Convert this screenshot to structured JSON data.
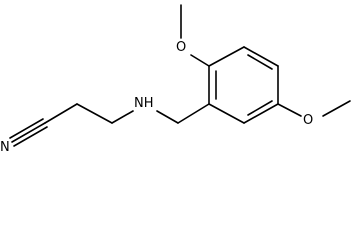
{
  "molecule": {
    "atoms": {
      "nitrile_n": "N",
      "amine_nh": "NH",
      "methoxy_o_top": "O",
      "methoxy_o_right": "O"
    }
  },
  "colors": {
    "bond": "#000000",
    "label": "#000000",
    "background": "#ffffff"
  }
}
